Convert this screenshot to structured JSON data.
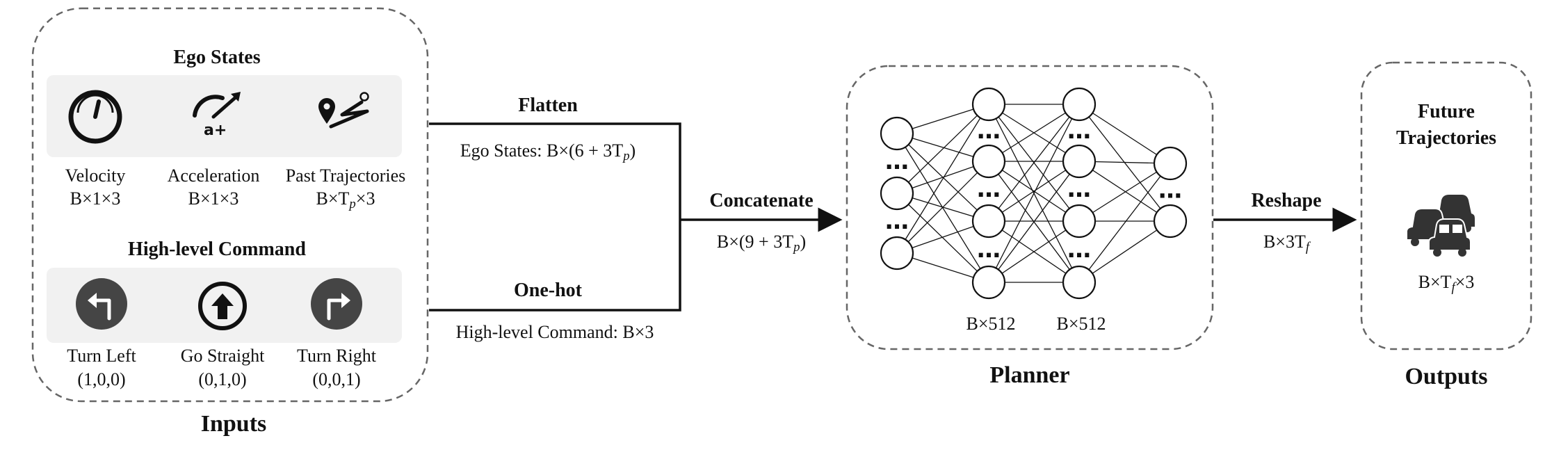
{
  "inputs": {
    "caption": "Inputs",
    "ego_states": {
      "heading": "Ego States",
      "items": [
        {
          "name": "Velocity",
          "shape": "B×1×3",
          "icon": "speedometer-icon"
        },
        {
          "name": "Acceleration",
          "shape": "B×1×3",
          "icon": "acceleration-gauge-icon"
        },
        {
          "name": "Past Trajectories",
          "shape_prefix": "B×T",
          "shape_sub": "p",
          "shape_suffix": "×3",
          "icon": "route-pin-icon"
        }
      ]
    },
    "command": {
      "heading": "High-level Command",
      "items": [
        {
          "name": "Turn Left",
          "code": "(1,0,0)",
          "icon": "turn-left-icon"
        },
        {
          "name": "Go Straight",
          "code": "(0,1,0)",
          "icon": "go-straight-icon"
        },
        {
          "name": "Turn Right",
          "code": "(0,0,1)",
          "icon": "turn-right-icon"
        }
      ]
    }
  },
  "connectors": {
    "flatten": {
      "label": "Flatten",
      "desc_prefix": "Ego States: B×(6 + 3T",
      "desc_sub": "p",
      "desc_suffix": ")"
    },
    "onehot": {
      "label": "One-hot",
      "desc": "High-level Command: B×3"
    },
    "concat": {
      "label": "Concatenate",
      "desc_prefix": "B×(9 + 3T",
      "desc_sub": "p",
      "desc_suffix": ")"
    },
    "reshape": {
      "label": "Reshape",
      "desc_prefix": "B×3T",
      "desc_sub": "f"
    }
  },
  "planner": {
    "caption": "Planner",
    "ellipsis": "…",
    "hidden_layers": [
      "B×512",
      "B×512"
    ]
  },
  "outputs": {
    "caption": "Outputs",
    "title_line1": "Future",
    "title_line2": "Trajectories",
    "icon": "cars-icon",
    "shape_prefix": "B×T",
    "shape_sub": "f",
    "shape_suffix": "×3"
  },
  "colors": {
    "line": "#111111",
    "dashed_border": "#666666",
    "panel_bg": "#f1f1f1",
    "icon_dark": "#454545"
  }
}
